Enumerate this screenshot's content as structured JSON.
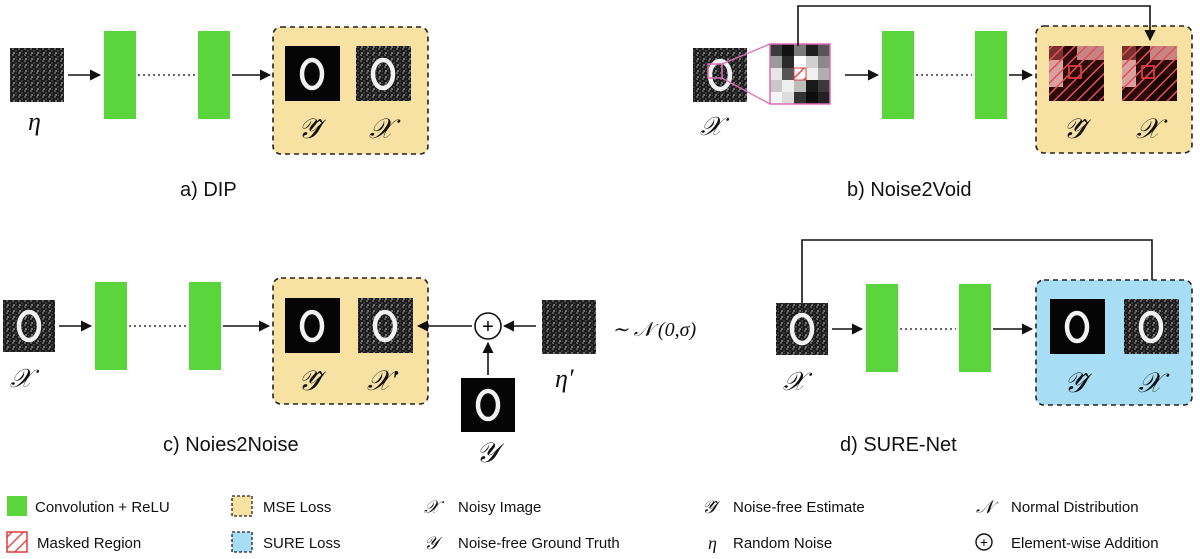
{
  "panels": {
    "a": {
      "caption": "a) DIP",
      "input_symbol": "η",
      "out_symbols": [
        "𝒴̂",
        "𝒳"
      ]
    },
    "b": {
      "caption": "b) Noise2Void",
      "input_symbol": "𝒳",
      "out_symbols": [
        "𝒴̂",
        "𝒳"
      ]
    },
    "c": {
      "caption": "c) Noies2Noise",
      "input_symbol": "𝒳",
      "out_symbols": [
        "𝒴̂",
        "𝒳′"
      ],
      "noise_symbol": "η′",
      "clean_symbol": "𝒴",
      "distribution": "∼ 𝒩 (0,σ)",
      "plus": "+"
    },
    "d": {
      "caption": "d) SURE-Net",
      "input_symbol": "𝒳",
      "out_symbols": [
        "𝒴̂",
        "𝒳"
      ]
    }
  },
  "legend": {
    "conv": "Convolution + ReLU",
    "mse": "MSE Loss",
    "noisy": {
      "sym": "𝒳",
      "label": "Noisy Image"
    },
    "estimate": {
      "sym": "𝒴̂",
      "label": "Noise-free Estimate"
    },
    "normal": {
      "sym": "𝒩",
      "label": "Normal Distribution"
    },
    "masked": "Masked Region",
    "sure": "SURE Loss",
    "gt": {
      "sym": "𝒴",
      "label": "Noise-free Ground Truth"
    },
    "noise": {
      "sym": "η",
      "label": "Random Noise"
    },
    "add": {
      "sym": "+",
      "label": "Element-wise Addition"
    }
  },
  "colors": {
    "conv": "#5ad63c",
    "mse": "#f7e1a3",
    "sure": "#a8def5",
    "masked": "#e03c3c",
    "magnifier": "#e06cb8"
  }
}
